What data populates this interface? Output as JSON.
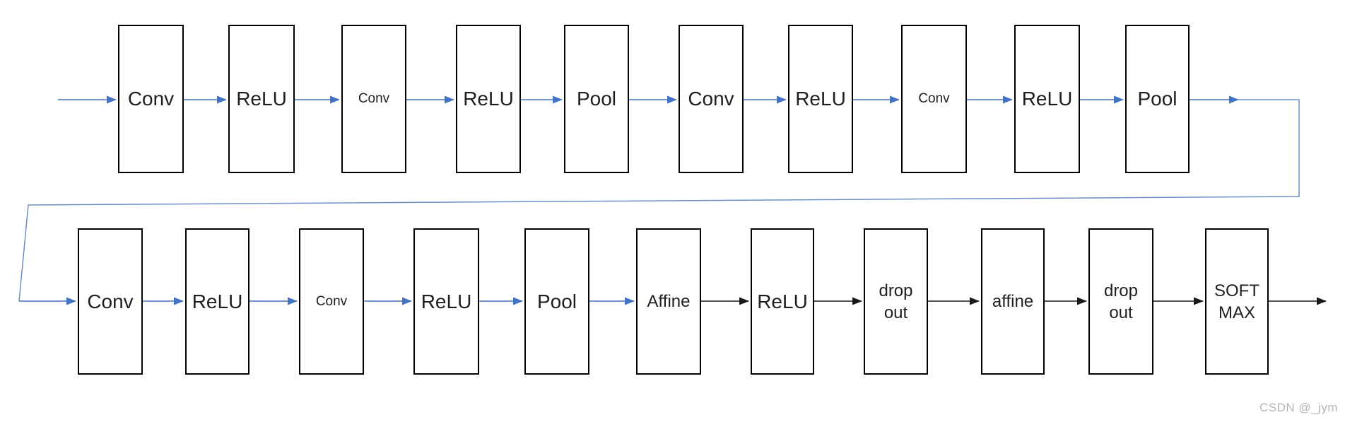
{
  "diagram": {
    "title_hint": "Convolutional neural network layer pipeline",
    "row1": [
      {
        "label": "Conv",
        "size": "lg"
      },
      {
        "label": "ReLU",
        "size": "lg"
      },
      {
        "label": "Conv",
        "size": "sm"
      },
      {
        "label": "ReLU",
        "size": "lg"
      },
      {
        "label": "Pool",
        "size": "lg"
      },
      {
        "label": "Conv",
        "size": "lg"
      },
      {
        "label": "ReLU",
        "size": "lg"
      },
      {
        "label": "Conv",
        "size": "sm"
      },
      {
        "label": "ReLU",
        "size": "lg"
      },
      {
        "label": "Pool",
        "size": "lg"
      }
    ],
    "row2": [
      {
        "label": "Conv",
        "size": "lg"
      },
      {
        "label": "ReLU",
        "size": "lg"
      },
      {
        "label": "Conv",
        "size": "sm"
      },
      {
        "label": "ReLU",
        "size": "lg"
      },
      {
        "label": "Pool",
        "size": "lg"
      },
      {
        "label": "Affine",
        "size": "md"
      },
      {
        "label": "ReLU",
        "size": "lg"
      },
      {
        "label": "drop out",
        "line1": "drop",
        "line2": "out",
        "size": "md"
      },
      {
        "label": "affine",
        "size": "md"
      },
      {
        "label": "drop out",
        "line1": "drop",
        "line2": "out",
        "size": "md"
      },
      {
        "label": "SOFT MAX",
        "line1": "SOFT",
        "line2": "MAX",
        "size": "md"
      }
    ]
  },
  "colors": {
    "arrow_blue": "#4472C4",
    "arrow_black": "#1a1a1a",
    "wrap_line": "#6E8DC8",
    "box_border": "#000000",
    "watermark_color": "#b5b5b5"
  },
  "watermark": {
    "text": "CSDN @_jym"
  }
}
